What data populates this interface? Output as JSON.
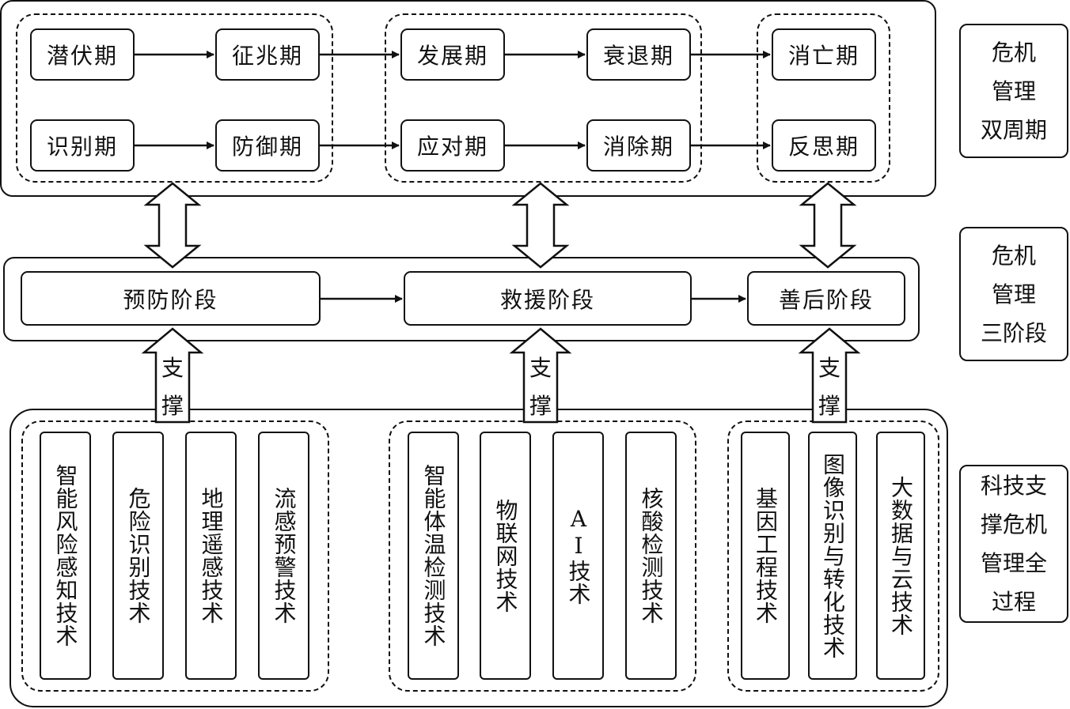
{
  "lifecycle": {
    "row1": [
      "潜伏期",
      "征兆期",
      "发展期",
      "衰退期",
      "消亡期"
    ],
    "row2": [
      "识别期",
      "防御期",
      "应对期",
      "消除期",
      "反思期"
    ]
  },
  "stages": [
    "预防阶段",
    "救援阶段",
    "善后阶段"
  ],
  "support_label": [
    "支",
    "撑"
  ],
  "tech_groups": [
    [
      "智能风险感知技术",
      "危险识别技术",
      "地理遥感技术",
      "流感预警技术"
    ],
    [
      "智能体温检测技术",
      "物联网技术",
      "AI技术",
      "核酸检测技术"
    ],
    [
      "基因工程技术",
      "图像识别与转化技术",
      "大数据与云技术"
    ]
  ],
  "side_labels": {
    "cycle": [
      "危机",
      "管理",
      "双周期"
    ],
    "stages": [
      "危机",
      "管理",
      "三阶段"
    ],
    "tech": [
      "科技支",
      "撑危机",
      "管理全",
      "过程"
    ]
  }
}
